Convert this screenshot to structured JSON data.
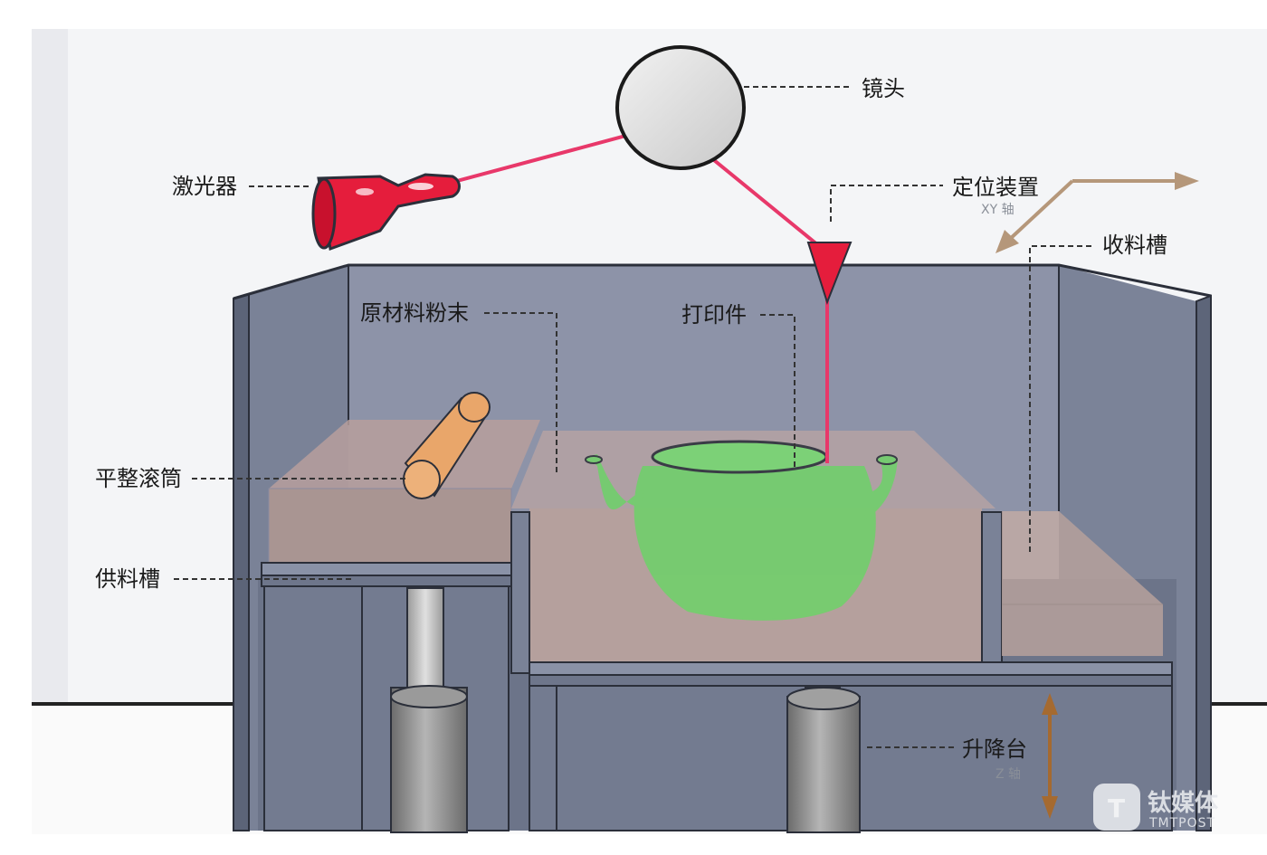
{
  "labels": {
    "lens": "镜头",
    "laser": "激光器",
    "positioner": "定位装置",
    "positioner_axis": "XY 轴",
    "collect_tank": "收料槽",
    "raw_powder": "原材料粉末",
    "printed_part": "打印件",
    "roller": "平整滚筒",
    "feed_tank": "供料槽",
    "lift_table": "升降台",
    "lift_axis": "Z 轴"
  },
  "watermark": {
    "logo_letter": "T",
    "brand": "钛媒体",
    "sub": "TMTPOST"
  },
  "colors": {
    "laser_red": "#e51d3c",
    "beam": "#e8386a",
    "enclosure": "#6f7891",
    "powder": "#b49a96",
    "part_green": "#6fd06a",
    "roller_orange": "#e9a66a",
    "arrow_tan": "#b5977a"
  }
}
